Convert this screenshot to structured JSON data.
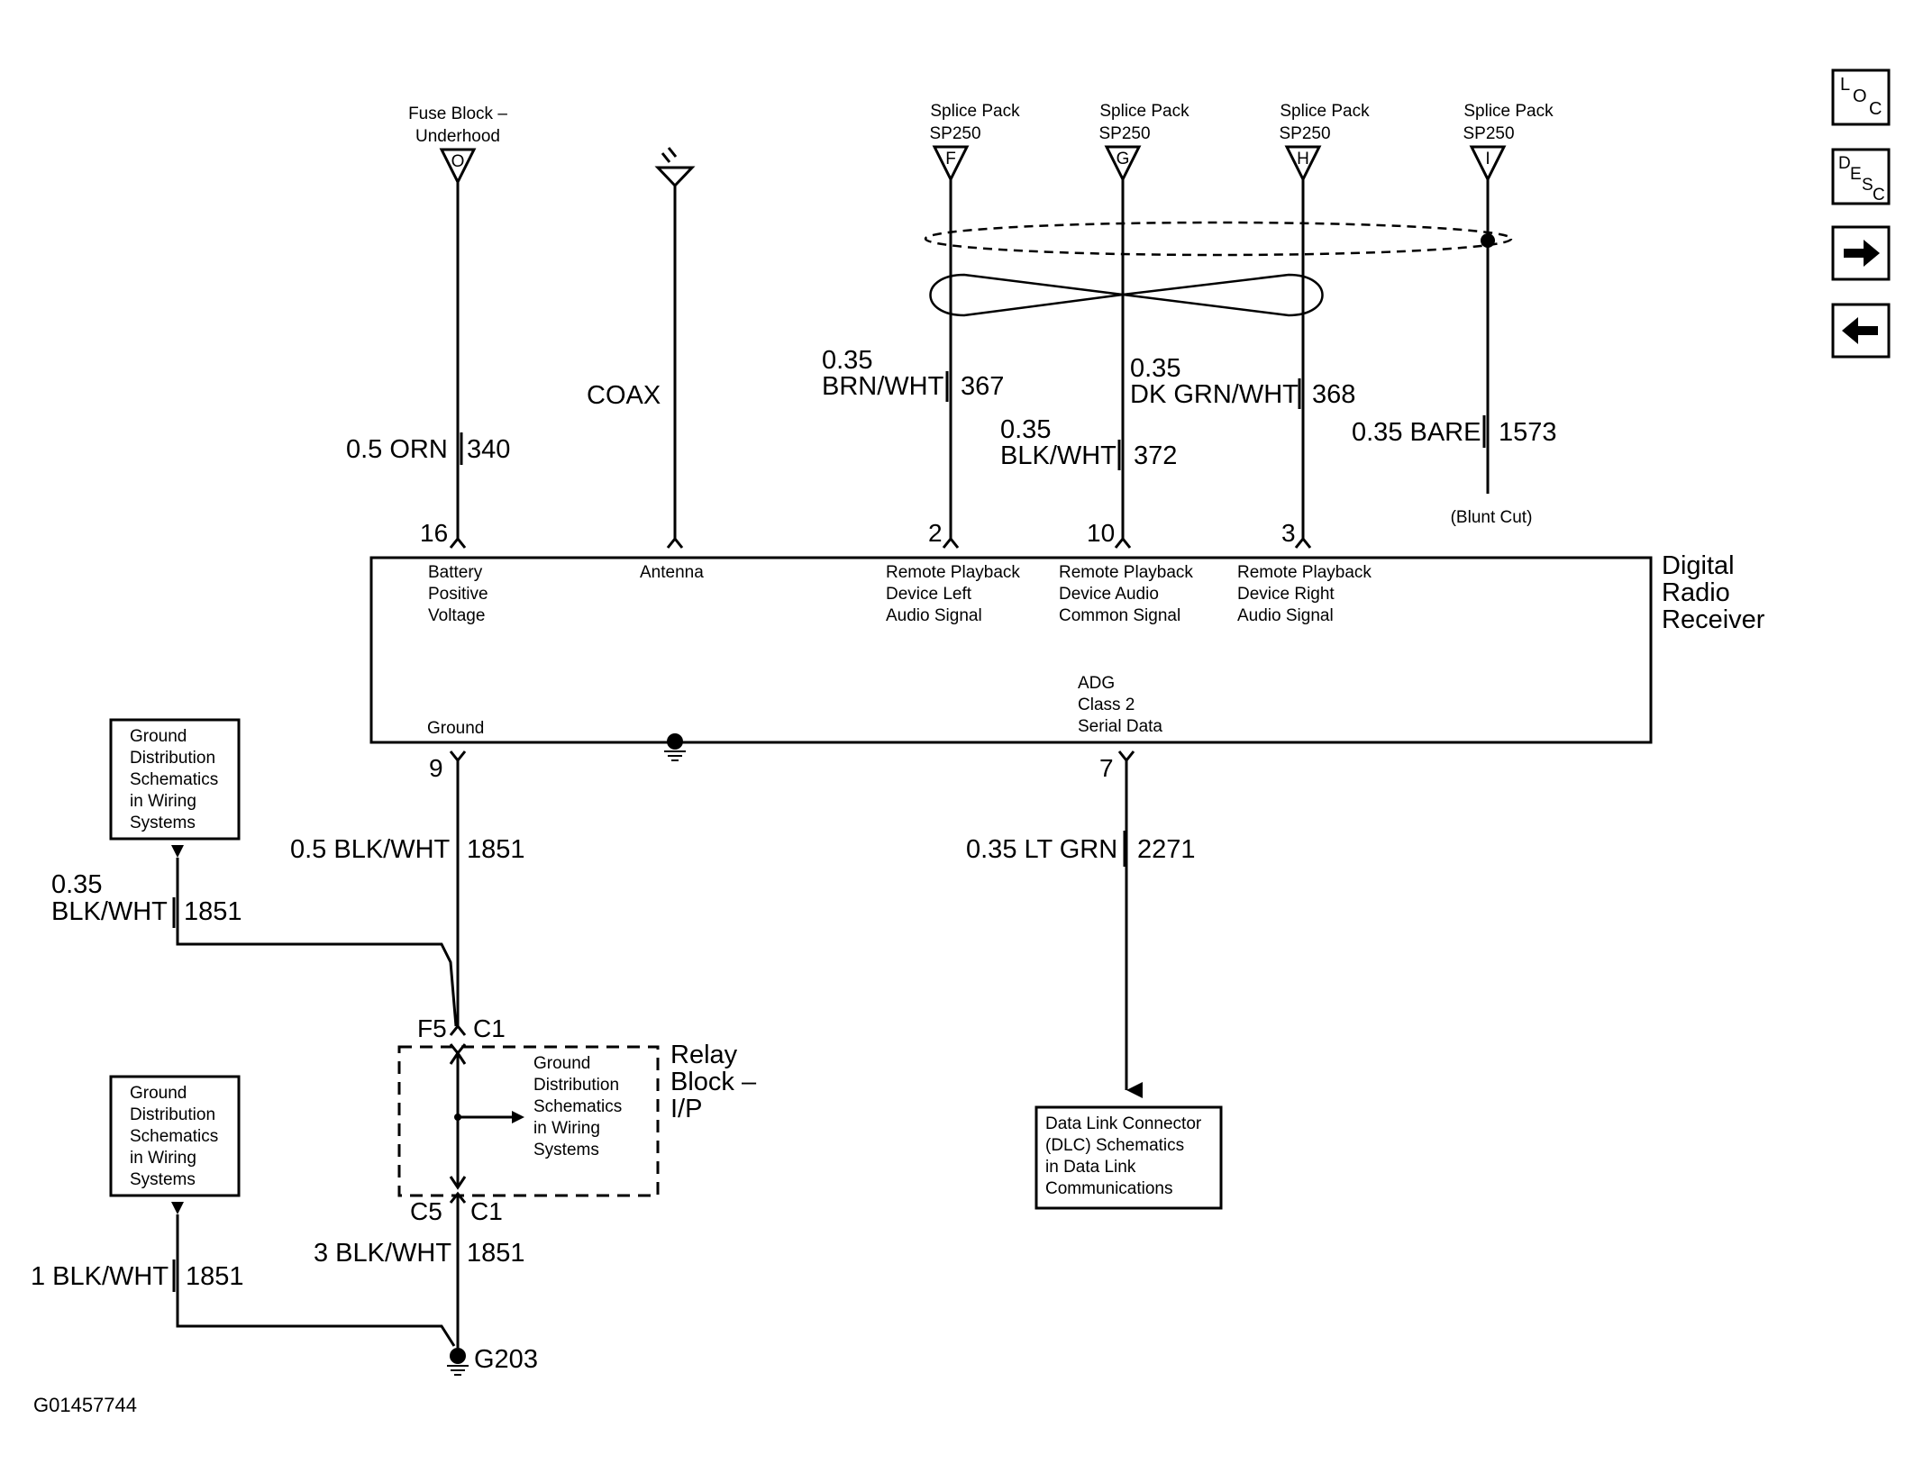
{
  "diagram_id": "G01457744",
  "receiver": {
    "name_lines": [
      "Digital",
      "Radio",
      "Receiver"
    ],
    "pins_top": [
      {
        "number": "16",
        "label_lines": [
          "Battery",
          "Positive",
          "Voltage"
        ]
      },
      {
        "number": "",
        "label_lines": [
          "Antenna"
        ]
      },
      {
        "number": "2",
        "label_lines": [
          "Remote Playback",
          "Device Left",
          "Audio Signal"
        ]
      },
      {
        "number": "10",
        "label_lines": [
          "Remote Playback",
          "Device Audio",
          "Common Signal"
        ]
      },
      {
        "number": "3",
        "label_lines": [
          "Remote Playback",
          "Device Right",
          "Audio Signal"
        ]
      }
    ],
    "pins_bottom": [
      {
        "number": "9",
        "label_lines": [
          "Ground"
        ]
      },
      {
        "number": "7",
        "label_lines": [
          "ADG",
          "Class 2",
          "Serial Data"
        ]
      }
    ]
  },
  "sources": [
    {
      "label_lines": [
        "Fuse Block –",
        "Underhood"
      ],
      "letter": "O"
    },
    {
      "label_lines": [
        "Splice Pack",
        "SP250"
      ],
      "letter": "F"
    },
    {
      "label_lines": [
        "Splice Pack",
        "SP250"
      ],
      "letter": "G"
    },
    {
      "label_lines": [
        "Splice Pack",
        "SP250"
      ],
      "letter": "H"
    },
    {
      "label_lines": [
        "Splice Pack",
        "SP250"
      ],
      "letter": "I"
    }
  ],
  "wires": {
    "battery": {
      "gauge_color": "0.5 ORN",
      "circuit": "340"
    },
    "coax": {
      "label": "COAX"
    },
    "left": {
      "gauge": "0.35",
      "color": "BRN/WHT",
      "circuit": "367"
    },
    "common": {
      "gauge": "0.35",
      "color": "BLK/WHT",
      "circuit": "372"
    },
    "right": {
      "gauge": "0.35",
      "color": "DK GRN/WHT",
      "circuit": "368"
    },
    "bare": {
      "gauge_color": "0.35 BARE",
      "circuit": "1573",
      "note": "(Blunt Cut)"
    },
    "ground_main": {
      "gauge_color": "0.5 BLK/WHT",
      "circuit": "1851"
    },
    "ground_branch": {
      "gauge": "0.35",
      "color": "BLK/WHT",
      "circuit": "1851"
    },
    "ground_lower": {
      "gauge_color": "3 BLK/WHT",
      "circuit": "1851"
    },
    "ground_left": {
      "gauge_color": "1 BLK/WHT",
      "circuit": "1851"
    },
    "serial": {
      "gauge_color": "0.35 LT GRN",
      "circuit": "2271"
    }
  },
  "connectors": {
    "upper_left": "F5",
    "upper_right": "C1",
    "lower_left": "C5",
    "lower_right": "C1",
    "ground_point": "G203"
  },
  "relay_block": {
    "label_lines": [
      "Relay",
      "Block –",
      "I/P"
    ]
  },
  "ref_boxes": {
    "ground_top": [
      "Ground",
      "Distribution",
      "Schematics",
      "in Wiring",
      "Systems"
    ],
    "ground_bottom": [
      "Ground",
      "Distribution",
      "Schematics",
      "in Wiring",
      "Systems"
    ],
    "ground_relay": [
      "Ground",
      "Distribution",
      "Schematics",
      "in Wiring",
      "Systems"
    ],
    "dlc": [
      "Data Link Connector",
      "(DLC) Schematics",
      "in Data Link",
      "Communications"
    ]
  },
  "nav": {
    "loc": [
      "L",
      "O",
      "C"
    ],
    "desc": [
      "D",
      "E",
      "S",
      "C"
    ],
    "next_icon": "arrow-right-icon",
    "prev_icon": "arrow-left-icon"
  }
}
